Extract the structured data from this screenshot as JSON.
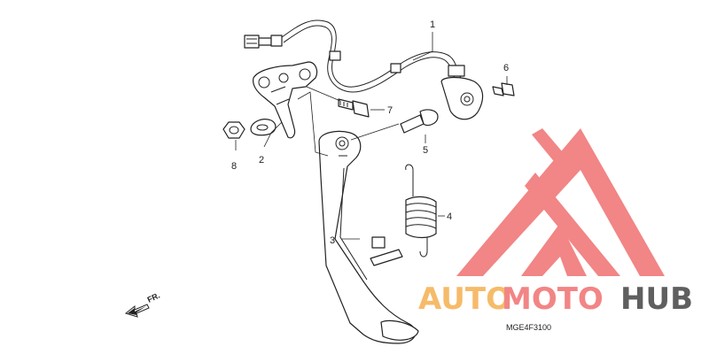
{
  "diagram": {
    "callouts": [
      {
        "id": "1",
        "text": "1"
      },
      {
        "id": "2",
        "text": "2"
      },
      {
        "id": "3",
        "text": "3"
      },
      {
        "id": "4",
        "text": "4"
      },
      {
        "id": "5",
        "text": "5"
      },
      {
        "id": "6",
        "text": "6"
      },
      {
        "id": "7",
        "text": "7"
      },
      {
        "id": "8",
        "text": "8"
      }
    ],
    "direction_label": "FR.",
    "drawing_code": "MGE4F3100"
  },
  "watermark": {
    "word_left": "AUTO",
    "word_middle": "MOTO",
    "word_right": "HUB",
    "colors": {
      "logo_red": "#f07070",
      "auto_orange": "#f5b050",
      "hub_gray": "#444444"
    }
  }
}
